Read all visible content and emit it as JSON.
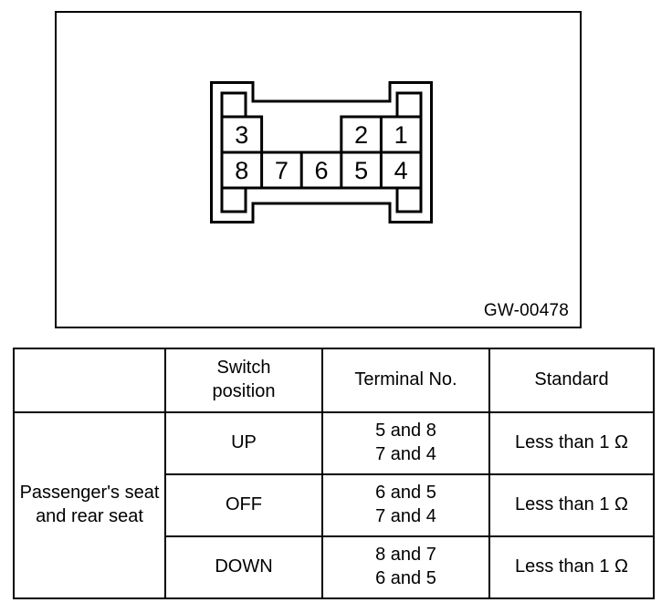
{
  "figure": {
    "code": "GW-00478",
    "connector": {
      "name": "power-window-switch-connector",
      "top_row_pins": [
        "3",
        "",
        "",
        "2",
        "1"
      ],
      "bottom_row_pins": [
        "8",
        "7",
        "6",
        "5",
        "4"
      ],
      "pins": [
        {
          "number": "1",
          "row": "top",
          "column": 5
        },
        {
          "number": "2",
          "row": "top",
          "column": 4
        },
        {
          "number": "3",
          "row": "top",
          "column": 1
        },
        {
          "number": "4",
          "row": "bottom",
          "column": 5
        },
        {
          "number": "5",
          "row": "bottom",
          "column": 4
        },
        {
          "number": "6",
          "row": "bottom",
          "column": 3
        },
        {
          "number": "7",
          "row": "bottom",
          "column": 2
        },
        {
          "number": "8",
          "row": "bottom",
          "column": 1
        }
      ]
    }
  },
  "table": {
    "headers": {
      "group": "",
      "switch_position_line1": "Switch",
      "switch_position_line2": "position",
      "terminal_no": "Terminal No.",
      "standard": "Standard"
    },
    "group_label": {
      "line1": "Passenger's",
      "line2": "seat and",
      "line3": "rear seat"
    },
    "rows": [
      {
        "switch_position": "UP",
        "terminal_line1": "5 and 8",
        "terminal_line2": "7 and 4",
        "standard": "Less than 1 Ω"
      },
      {
        "switch_position": "OFF",
        "terminal_line1": "6 and 5",
        "terminal_line2": "7 and 4",
        "standard": "Less than 1 Ω"
      },
      {
        "switch_position": "DOWN",
        "terminal_line1": "8 and 7",
        "terminal_line2": "6 and 5",
        "standard": "Less than 1 Ω"
      }
    ]
  },
  "colors": {
    "line": "#000000",
    "background": "#ffffff"
  }
}
